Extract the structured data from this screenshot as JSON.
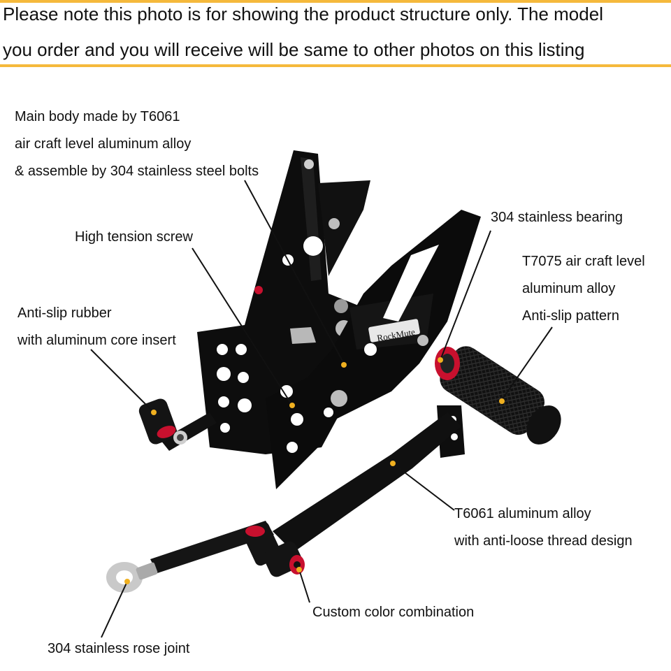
{
  "notice": {
    "line1": "Please note this photo is for showing the product structure only. The model",
    "line2": "you order and you will receive will be same to other photos on this listing",
    "accent_color": "#f5b93c"
  },
  "product": {
    "brand_logo": "RockMute",
    "body_color": "#0b0b0b",
    "accent_ring_color": "#c8102e",
    "callout_dot_color": "#f0b020"
  },
  "callouts": {
    "main_body": [
      "Main body made by T6061",
      "air craft level aluminum alloy",
      "& assemble by 304 stainless steel bolts"
    ],
    "high_tension_screw": "High tension screw",
    "anti_slip_rubber": [
      "Anti-slip rubber",
      "with aluminum core insert"
    ],
    "bearing": "304 stainless bearing",
    "t7075": [
      "T7075 air craft level",
      "aluminum alloy",
      "Anti-slip pattern"
    ],
    "t6061": [
      "T6061 aluminum alloy",
      "with anti-loose thread design"
    ],
    "custom_color": "Custom color combination",
    "rose_joint": "304 stainless rose joint"
  }
}
